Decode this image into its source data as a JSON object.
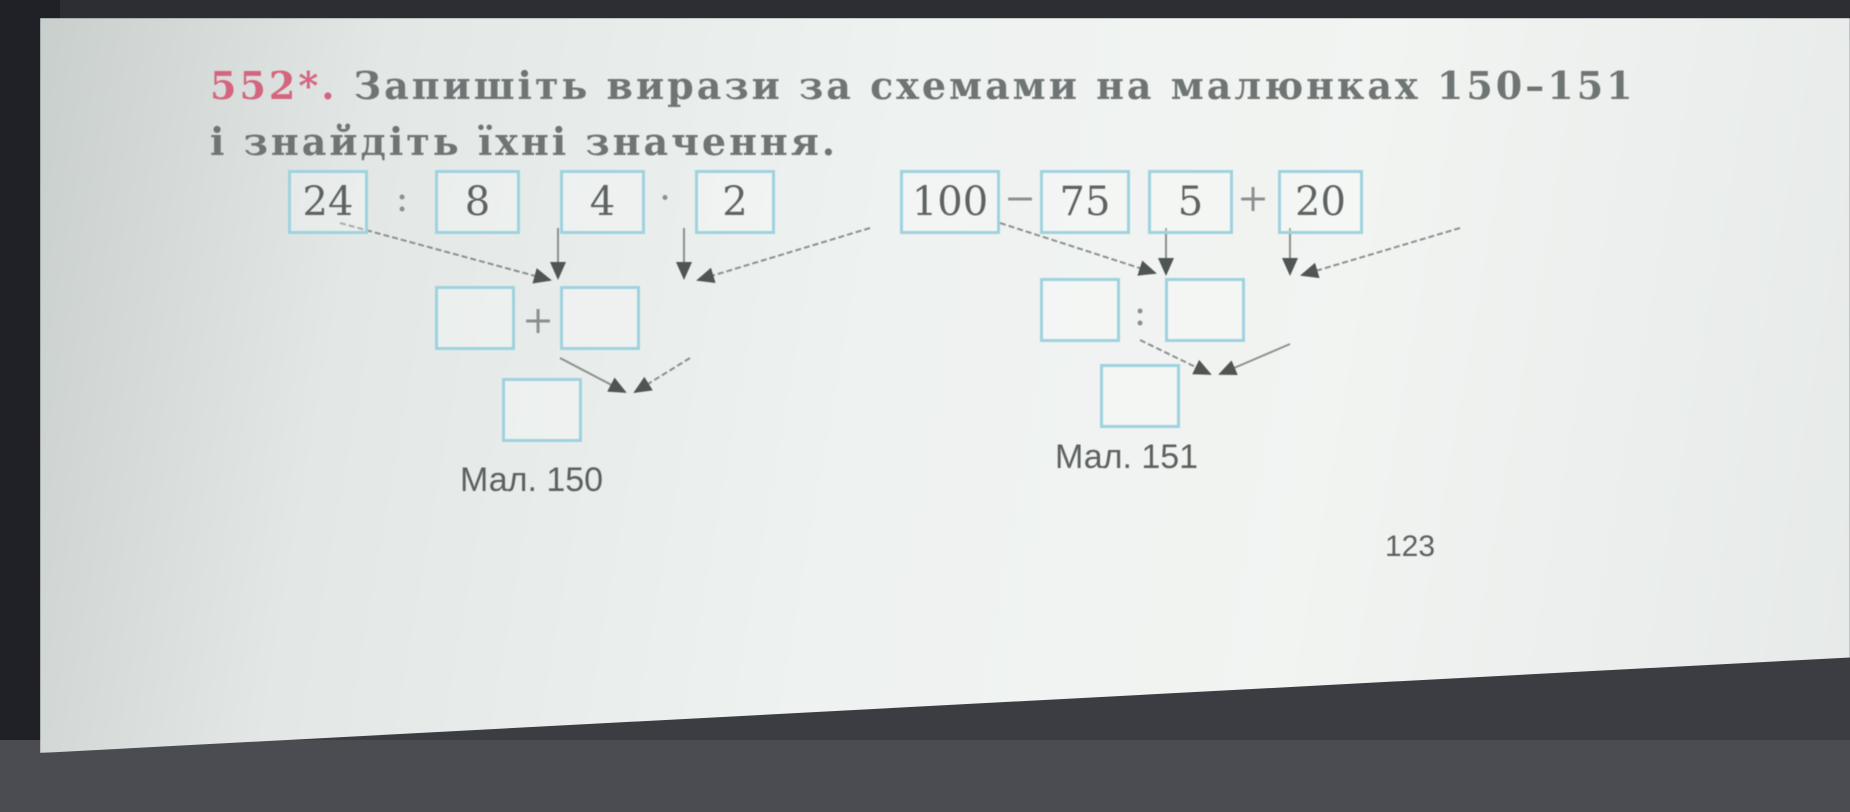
{
  "task": {
    "number": "552*.",
    "line1_text": "Запишіть вирази за схемами на малюнках 150–151",
    "line2_text": "і знайдіть їхні значення."
  },
  "figure150": {
    "inputs": [
      "24",
      "8",
      "4",
      "2"
    ],
    "ops_top": [
      ":",
      "·"
    ],
    "op_middle": "+",
    "caption": "Мал. 150"
  },
  "figure151": {
    "inputs": [
      "100",
      "75",
      "5",
      "20"
    ],
    "ops_top": [
      "−",
      "+"
    ],
    "op_middle": ":",
    "caption": "Мал. 151"
  },
  "page_number": "123",
  "colors": {
    "box_border": "#9fd2df",
    "task_number": "#d4657e",
    "text": "#5d6361"
  }
}
